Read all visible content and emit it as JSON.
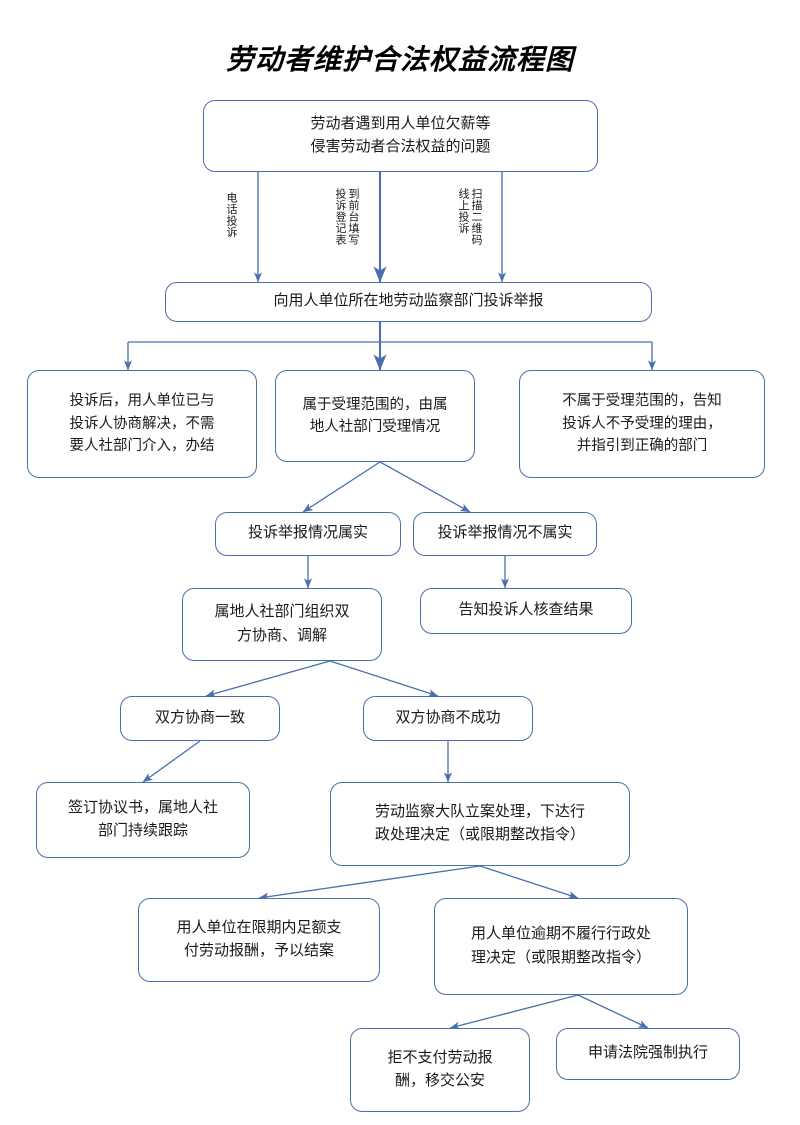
{
  "title": "劳动者维护合法权益流程图",
  "theme": {
    "line_color": "#4a6fad",
    "box_border": "#4a6fad",
    "box_fill": "#ffffff",
    "text_color": "#1a1a1a",
    "title_color": "#000000"
  },
  "nodes": {
    "start": {
      "lines": [
        "劳动者遇到用人单位欠薪等",
        "侵害劳动者合法权益的问题"
      ]
    },
    "report": {
      "lines": [
        "向用人单位所在地劳动监察部门投诉举报"
      ]
    },
    "settled": {
      "lines": [
        "投诉后，用人单位已与",
        "投诉人协商解决，不需",
        "要人社部门介入，办结"
      ]
    },
    "accepted": {
      "lines": [
        "属于受理范围的，由属",
        "地人社部门受理情况"
      ]
    },
    "not_accepted": {
      "lines": [
        "不属于受理范围的，告知",
        "投诉人不予受理的理由，",
        "并指引到正确的部门"
      ]
    },
    "true_case": {
      "lines": [
        "投诉举报情况属实"
      ]
    },
    "false_case": {
      "lines": [
        "投诉举报情况不属实"
      ]
    },
    "mediation": {
      "lines": [
        "属地人社部门组织双",
        "方协商、调解"
      ]
    },
    "notify_result": {
      "lines": [
        "告知投诉人核查结果"
      ]
    },
    "agree": {
      "lines": [
        "双方协商一致"
      ]
    },
    "disagree": {
      "lines": [
        "双方协商不成功"
      ]
    },
    "sign_agreement": {
      "lines": [
        "签订协议书，属地人社",
        "部门持续跟踪"
      ]
    },
    "case_filing": {
      "lines": [
        "劳动监察大队立案处理，下达行",
        "政处理决定（或限期整改指令）"
      ]
    },
    "paid_closed": {
      "lines": [
        "用人单位在限期内足额支",
        "付劳动报酬，予以结案"
      ]
    },
    "overdue": {
      "lines": [
        "用人单位逾期不履行行政处",
        "理决定（或限期整改指令）"
      ]
    },
    "police": {
      "lines": [
        "拒不支付劳动报",
        "酬，移交公安"
      ]
    },
    "court": {
      "lines": [
        "申请法院强制执行"
      ]
    }
  },
  "edge_labels": {
    "phone": "电话投诉",
    "desk_a": "到前台填写",
    "desk_b": "投诉登记表",
    "qr_a": "扫描二维码",
    "qr_b": "线上投诉"
  }
}
